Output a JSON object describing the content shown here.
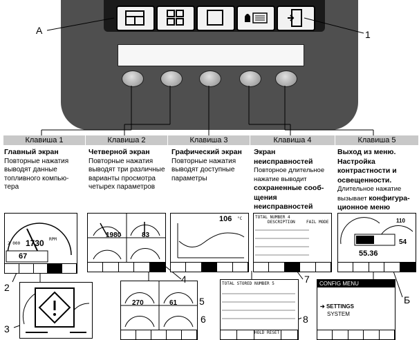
{
  "callouts": {
    "A": "A",
    "n1": "1",
    "n2": "2",
    "n3": "3",
    "n4": "4",
    "n5": "5",
    "n6": "6",
    "n7": "7",
    "n8": "8",
    "B": "Б"
  },
  "keys": [
    {
      "label": "Клавиша 1",
      "title": "Главный экран",
      "text": "Повторные нажатия выводят данные топливного компью-тера"
    },
    {
      "label": "Клавиша 2",
      "title": "Четверной экран",
      "text": "Повторные нажатия выводят три различные варианты просмотра четырех параметров"
    },
    {
      "label": "Клавиша 3",
      "title": "Графический экран",
      "text": "Повторные нажатия выводят доступные параметры"
    },
    {
      "label": "Клавиша 4",
      "title": "Экран неисправностей",
      "text": "Повторное длительное нажатие выводит",
      "bold_tail": "сохраненные сооб-щения неисправностей"
    },
    {
      "label": "Клавиша 5",
      "title": "Выход из меню.",
      "bold2": "Настройка контрастности и освещенности.",
      "text": "Длительное нажатие вызывает",
      "bold_tail": "конфигура-ционное меню"
    }
  ],
  "screens": {
    "main": {
      "rpm": "1730",
      "rpm_unit": "RPM",
      "fuel": "67",
      "val2": "2 000"
    },
    "quad": {
      "v1": "1980",
      "v2": "83"
    },
    "graph": {
      "value": "106",
      "unit": "°C"
    },
    "fault": {
      "header": "TOTAL NUMBER 4",
      "col": "DESCRIPTION",
      "mode": "FAIL MODE"
    },
    "contrast": {
      "value": "55.36",
      "value2": "54",
      "top": "110"
    },
    "quad2": {
      "v1": "270",
      "v2": "61"
    },
    "fault2": {
      "header": "TOTAL STORED NUMBER 5",
      "reset": "HOLD RESET"
    },
    "config": {
      "title": "CONFIG MENU",
      "item1": "SETTINGS",
      "item2": "SYSTEM"
    }
  }
}
